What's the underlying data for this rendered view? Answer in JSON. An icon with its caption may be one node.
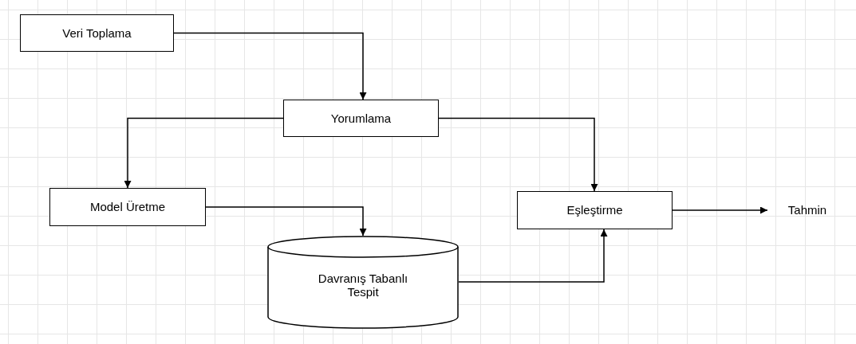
{
  "diagram": {
    "nodes": [
      {
        "text": [
          "Veri Toplama"
        ]
      },
      {
        "text": [
          "Yorumlama"
        ]
      },
      {
        "text": [
          "Model Üretme"
        ]
      },
      {
        "text": [
          "Eşleştirme"
        ]
      },
      {
        "text": [
          "Tahmin"
        ]
      },
      {
        "text": [
          "Davranış Tabanlı Tespit"
        ]
      }
    ],
    "edges": [
      {
        "from": 0,
        "to": 1,
        "arrow": "to"
      },
      {
        "from": 1,
        "to": 2,
        "arrow": "to"
      },
      {
        "from": 1,
        "to": 3,
        "arrow": "to"
      },
      {
        "from": 2,
        "to": 5,
        "arrow": "to"
      },
      {
        "from": 5,
        "to": 3,
        "arrow": "to"
      },
      {
        "from": 3,
        "to": 4,
        "arrow": "to"
      }
    ]
  }
}
